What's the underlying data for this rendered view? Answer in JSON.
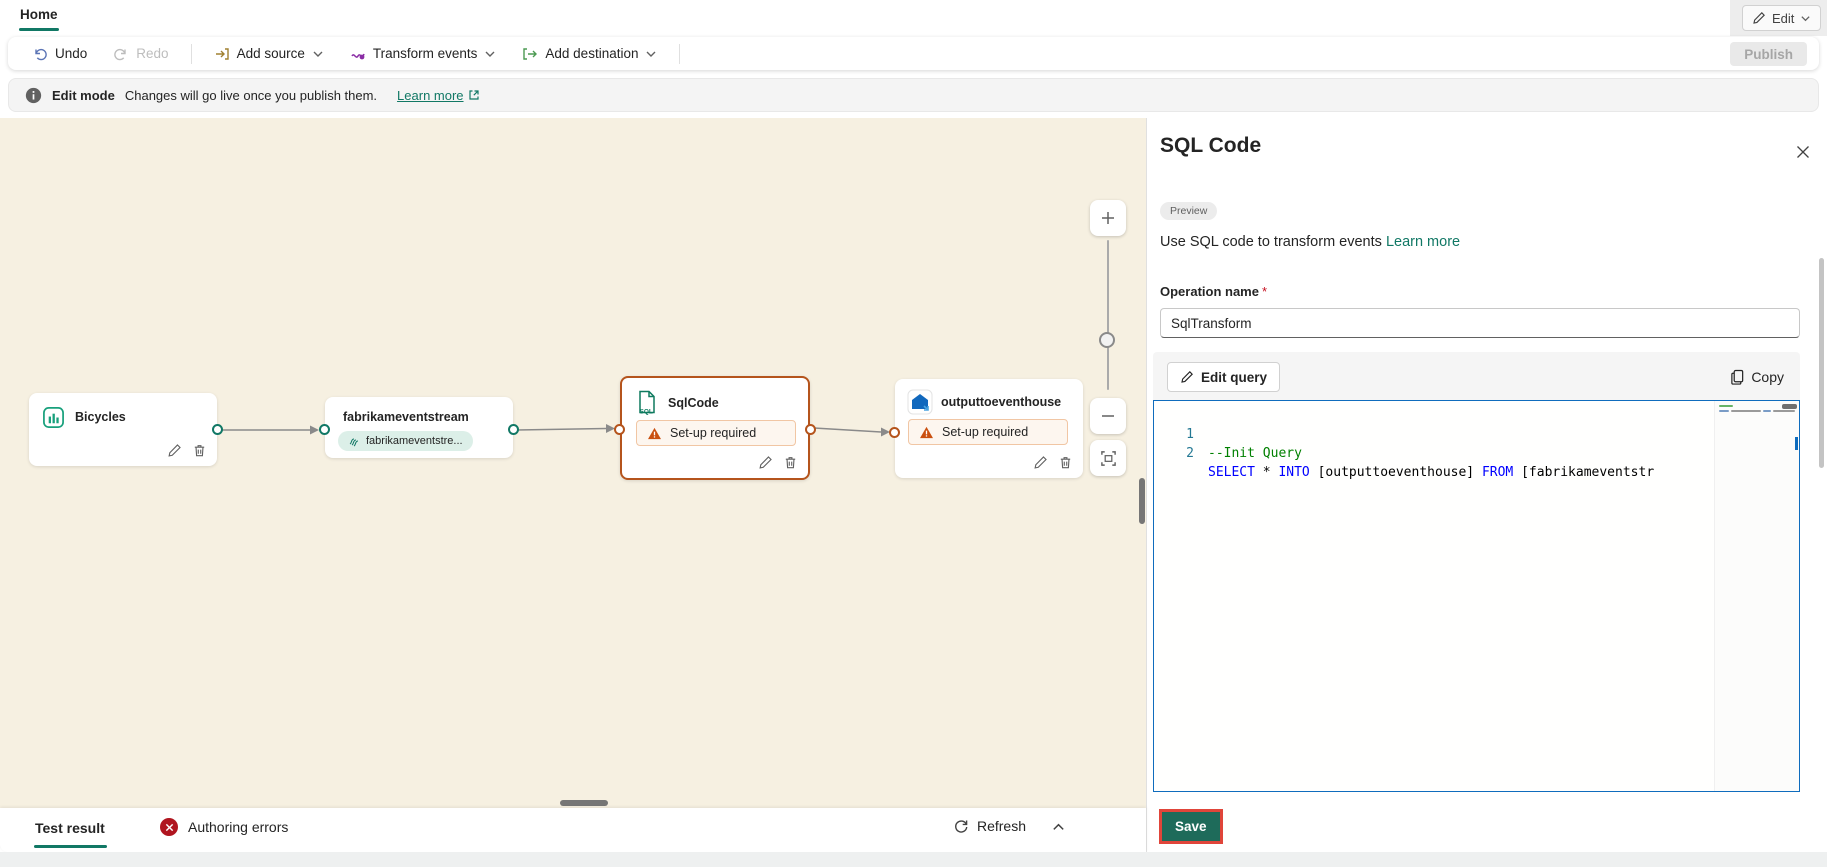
{
  "tabs": {
    "home": "Home"
  },
  "top_right": {
    "edit_label": "Edit"
  },
  "toolbar": {
    "undo": "Undo",
    "redo": "Redo",
    "add_source": "Add source",
    "transform_events": "Transform events",
    "add_destination": "Add destination",
    "publish": "Publish"
  },
  "banner": {
    "title": "Edit mode",
    "message": "Changes will go live once you publish them.",
    "learn_more": "Learn more"
  },
  "canvas": {
    "nodes": [
      {
        "id": "bicycles",
        "title": "Bicycles"
      },
      {
        "id": "fabrikameventstream",
        "title": "fabrikameventstream",
        "pill": "fabrikameventstre..."
      },
      {
        "id": "sqlcode",
        "title": "SqlCode",
        "warning": "Set-up required"
      },
      {
        "id": "outputtoeventhouse",
        "title": "outputtoeventhouse",
        "warning": "Set-up required"
      }
    ]
  },
  "panel": {
    "title": "SQL Code",
    "preview_badge": "Preview",
    "description": "Use SQL code to transform events",
    "learn_more": "Learn more",
    "operation_name_label": "Operation name",
    "required_mark": "*",
    "operation_name_value": "SqlTransform",
    "edit_query": "Edit query",
    "copy": "Copy",
    "save": "Save",
    "code": {
      "line1_number": "1",
      "line2_number": "2",
      "line1_comment": "--Init Query",
      "kw_select": "SELECT",
      "star": " * ",
      "kw_into": "INTO",
      "table1": " [outputtoeventhouse] ",
      "kw_from": "FROM",
      "table2": " [fabrikameventstr"
    }
  },
  "bottom_bar": {
    "test_result": "Test result",
    "authoring_errors": "Authoring errors",
    "refresh": "Refresh"
  },
  "colors": {
    "accent_teal": "#117865",
    "selection_orange": "#b5541c",
    "editor_focus_blue": "#0f6cbd",
    "error_red": "#b0151f",
    "save_annotation_red": "#e0453a",
    "canvas_beige": "#f6f0e1",
    "comment_green": "#008000",
    "keyword_blue": "#0000ff"
  }
}
